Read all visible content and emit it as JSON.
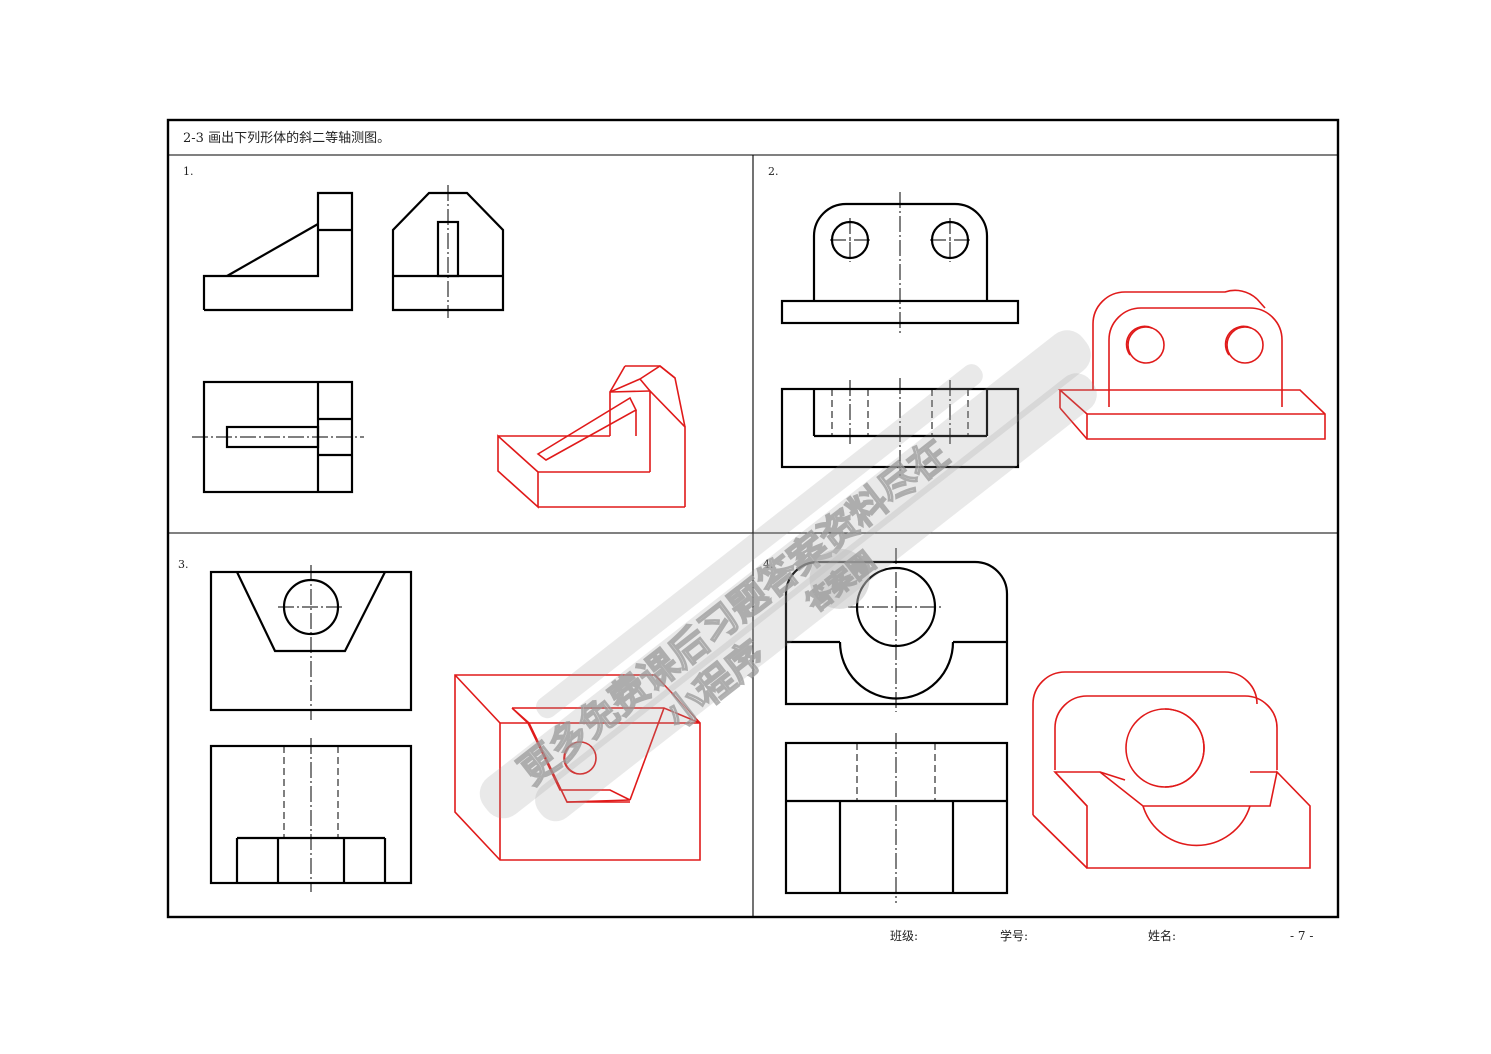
{
  "header": {
    "title": "2-3 画出下列形体的斜二等轴测图。"
  },
  "problems": [
    {
      "label": "1."
    },
    {
      "label": "2."
    },
    {
      "label": "3."
    },
    {
      "label": "4."
    }
  ],
  "footer": {
    "class_label": "班级:",
    "student_id_label": "学号:",
    "name_label": "姓名:",
    "page_number": "- 7 -"
  },
  "watermark": {
    "line1": "更多免费课后习题答案资料尽在",
    "line2": "小程序",
    "badge": "答案圈"
  },
  "colors": {
    "answer_lines": "#e01a1a",
    "drawing_lines": "#000000",
    "watermark": "#9a9a9a"
  }
}
